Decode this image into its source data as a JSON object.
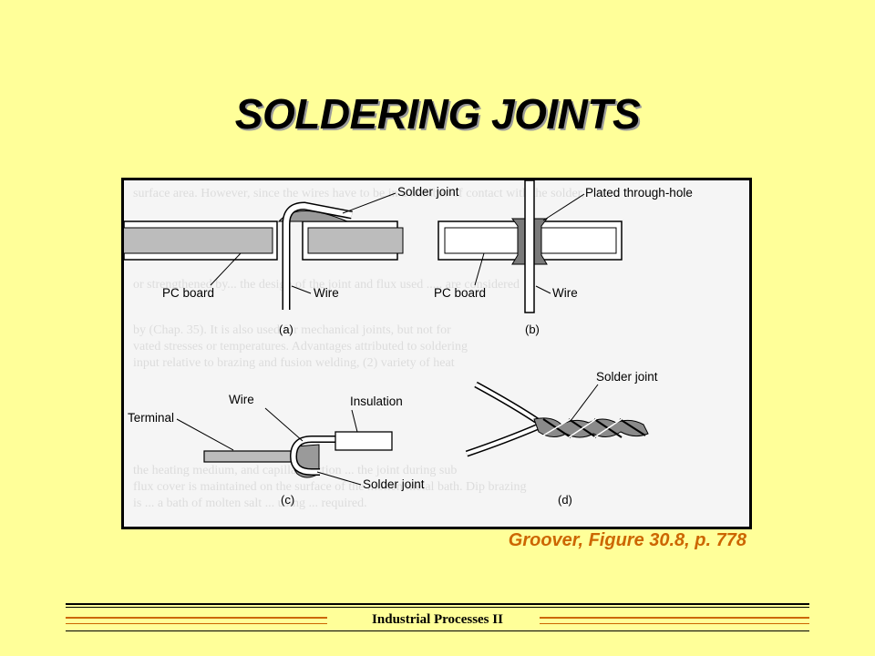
{
  "slide": {
    "title": "SOLDERING JOINTS",
    "caption": "Groover, Figure 30.8, p. 778",
    "footer": "Industrial Processes II"
  },
  "figure": {
    "panel_a": {
      "id": "(a)",
      "solder_joint": "Solder joint",
      "pc_board": "PC board",
      "wire": "Wire"
    },
    "panel_b": {
      "id": "(b)",
      "plated_hole": "Plated through-hole",
      "pc_board": "PC board",
      "wire": "Wire"
    },
    "panel_c": {
      "id": "(c)",
      "terminal": "Terminal",
      "wire": "Wire",
      "insulation": "Insulation",
      "solder_joint": "Solder joint"
    },
    "panel_d": {
      "id": "(d)",
      "solder_joint": "Solder joint"
    }
  },
  "colors": {
    "background": "#FFFF99",
    "caption": "#CC6600",
    "footer_rule": "#CC6600"
  }
}
